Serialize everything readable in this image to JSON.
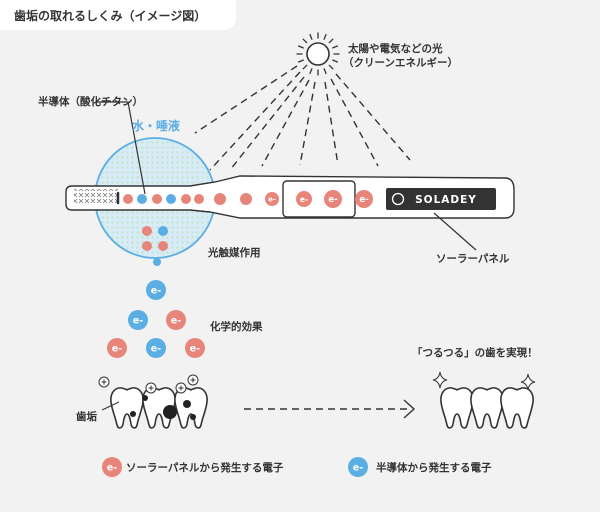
{
  "title": "歯垢の取れるしくみ（イメージ図）",
  "labels": {
    "sunlight": "太陽や電気などの光",
    "clean_energy": "（クリーンエネルギー）",
    "semiconductor": "半導体（酸化チタン）",
    "water_saliva": "水・唾液",
    "photocatalysis": "光触媒作用",
    "chemical_effect": "化学的効果",
    "solar_panel": "ソーラーパネル",
    "smooth_teeth": "「つるつる」の歯を実現！",
    "plaque": "歯垢",
    "brand": "SOLADEY",
    "electron": "e-"
  },
  "legend": [
    {
      "text": "ソーラーパネルから発生する電子",
      "color": "#e8857a",
      "symbol": "e-"
    },
    {
      "text": "半導体から発生する電子",
      "color": "#5aaee3",
      "symbol": "e-"
    }
  ],
  "colors": {
    "solar_electron": "#e8857a",
    "semiconductor_electron": "#5aaee3",
    "background": "#f2f2f2",
    "circle_fill": "#d7ecf7",
    "circle_dots": "#cde6d6"
  },
  "icons": [
    "sun-icon",
    "toothbrush-icon",
    "tooth-icon",
    "sparkle-icon",
    "arrow-icon"
  ]
}
